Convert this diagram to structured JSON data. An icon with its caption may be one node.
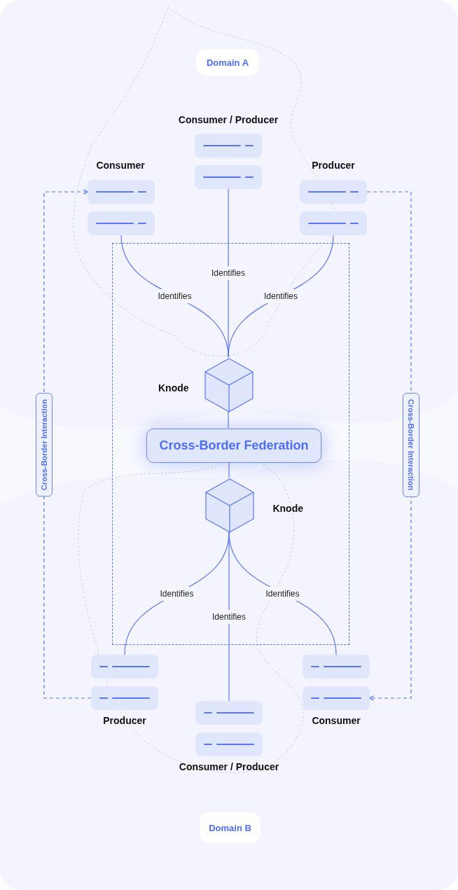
{
  "diagram": {
    "nodes": [
      {
        "text": [
          "Domain A"
        ]
      },
      {
        "text": [
          "Consumer / Producer"
        ]
      },
      {
        "text": [],
        "shape": "box",
        "in": 1
      },
      {
        "text": [],
        "shape": "box",
        "in": 1
      },
      {
        "text": [
          "Consumer"
        ]
      },
      {
        "text": [],
        "shape": "box",
        "in": 4
      },
      {
        "text": [],
        "shape": "box",
        "in": 4
      },
      {
        "text": [
          "Producer"
        ]
      },
      {
        "text": [],
        "shape": "box",
        "in": 7
      },
      {
        "text": [],
        "shape": "box",
        "in": 7
      },
      {
        "text": [],
        "shape": "box"
      },
      {
        "text": [
          "Knode"
        ],
        "in": 10
      },
      {
        "text": [
          "Cross-Border Federation"
        ],
        "in": 10
      },
      {
        "text": [
          "Knode"
        ],
        "in": 10
      },
      {
        "text": [
          "Producer"
        ]
      },
      {
        "text": [],
        "shape": "box",
        "in": 14
      },
      {
        "text": [],
        "shape": "box",
        "in": 14
      },
      {
        "text": [
          "Consumer"
        ]
      },
      {
        "text": [],
        "shape": "box",
        "in": 17
      },
      {
        "text": [],
        "shape": "box",
        "in": 17
      },
      {
        "text": [
          "Consumer / Producer"
        ]
      },
      {
        "text": [],
        "shape": "box",
        "in": 20
      },
      {
        "text": [],
        "shape": "box",
        "in": 20
      },
      {
        "text": [
          "Domain B"
        ]
      }
    ],
    "edges": [
      {
        "from": 4,
        "to": 11,
        "arrow": "none",
        "label": "Identifies"
      },
      {
        "from": 1,
        "to": 11,
        "arrow": "none",
        "label": "Identifies"
      },
      {
        "from": 7,
        "to": 11,
        "arrow": "none",
        "label": "Identifies"
      },
      {
        "from": 11,
        "to": 12,
        "arrow": "none"
      },
      {
        "from": 12,
        "to": 13,
        "arrow": "none"
      },
      {
        "from": 13,
        "to": 14,
        "arrow": "none",
        "label": "Identifies"
      },
      {
        "from": 13,
        "to": 20,
        "arrow": "none",
        "label": "Identifies"
      },
      {
        "from": 13,
        "to": 17,
        "arrow": "none",
        "label": "Identifies"
      },
      {
        "from": 16,
        "to": 5,
        "arrow": "to",
        "style": "dashed",
        "label": "Cross-Border Interaction"
      },
      {
        "from": 8,
        "to": 19,
        "arrow": "to",
        "style": "dashed",
        "label": "Cross-Border Interaction"
      }
    ]
  }
}
